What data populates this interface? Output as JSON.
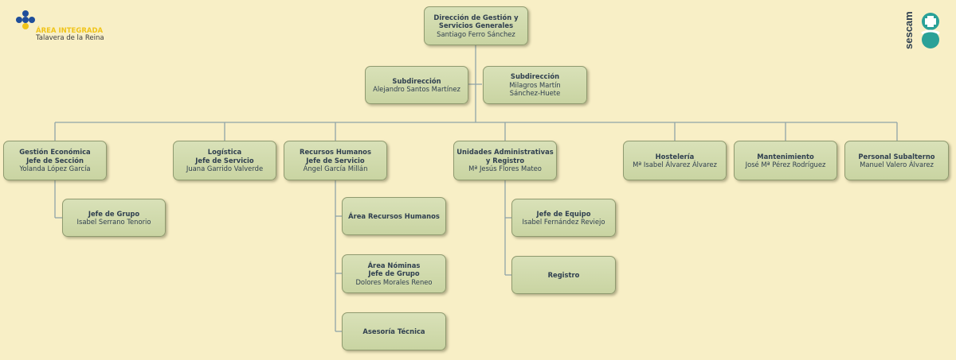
{
  "logo": {
    "line1": "ÁREA INTEGRADA",
    "line2": "Talavera de la Reina",
    "sescam": "sescam"
  },
  "org": {
    "direccion": {
      "title_lines": [
        "Dirección de Gestión y",
        "Servicios Generales"
      ],
      "name_lines": [
        "Santiago Ferro Sánchez"
      ]
    },
    "subdireccion_1": {
      "title_lines": [
        "Subdirección"
      ],
      "name_lines": [
        "Alejandro Santos Martínez"
      ]
    },
    "subdireccion_2": {
      "title_lines": [
        "Subdirección"
      ],
      "name_lines": [
        "Milagros Martín",
        "Sánchez-Huete"
      ]
    },
    "gestion_economica": {
      "title_lines": [
        "Gestión Económica",
        "Jefe de Sección"
      ],
      "name_lines": [
        "Yolanda López García"
      ]
    },
    "logistica": {
      "title_lines": [
        "Logística",
        "Jefe de Servicio"
      ],
      "name_lines": [
        "Juana Garrido Valverde"
      ]
    },
    "recursos_humanos": {
      "title_lines": [
        "Recursos Humanos",
        "Jefe de Servicio"
      ],
      "name_lines": [
        "Ángel García Millán"
      ]
    },
    "unidades_administrativas": {
      "title_lines": [
        "Unidades Administrativas",
        "y Registro"
      ],
      "name_lines": [
        "Mª Jesús Flores Mateo"
      ]
    },
    "hosteleria": {
      "title_lines": [
        "Hostelería"
      ],
      "name_lines": [
        "Mª Isabel Álvarez Álvarez"
      ]
    },
    "mantenimiento": {
      "title_lines": [
        "Mantenimiento"
      ],
      "name_lines": [
        "José Mª Pérez Rodríguez"
      ]
    },
    "personal_subalterno": {
      "title_lines": [
        "Personal Subalterno"
      ],
      "name_lines": [
        "Manuel Valero Álvarez"
      ]
    },
    "jefe_grupo_economica": {
      "title_lines": [
        "Jefe de Grupo"
      ],
      "name_lines": [
        "Isabel Serrano Tenorio"
      ]
    },
    "area_rrhh": {
      "title_lines": [
        "Área Recursos Humanos"
      ],
      "name_lines": []
    },
    "area_nominas": {
      "title_lines": [
        "Área Nóminas",
        "Jefe de Grupo"
      ],
      "name_lines": [
        "Dolores Morales Reneo"
      ]
    },
    "asesoria_tecnica": {
      "title_lines": [
        "Asesoría Técnica"
      ],
      "name_lines": []
    },
    "jefe_equipo": {
      "title_lines": [
        "Jefe de Equipo"
      ],
      "name_lines": [
        "Isabel Fernández Reviejo"
      ]
    },
    "registro": {
      "title_lines": [
        "Registro"
      ],
      "name_lines": []
    }
  },
  "colors": {
    "background": "#f8efc6",
    "box_fill": "#d3dcae",
    "box_border": "#8f9a6f",
    "connector": "#8fa3a8",
    "text": "#2f3f4f",
    "logo_blue": "#1f4e9a",
    "logo_yellow": "#f0c419",
    "sescam_teal": "#2aa198"
  }
}
